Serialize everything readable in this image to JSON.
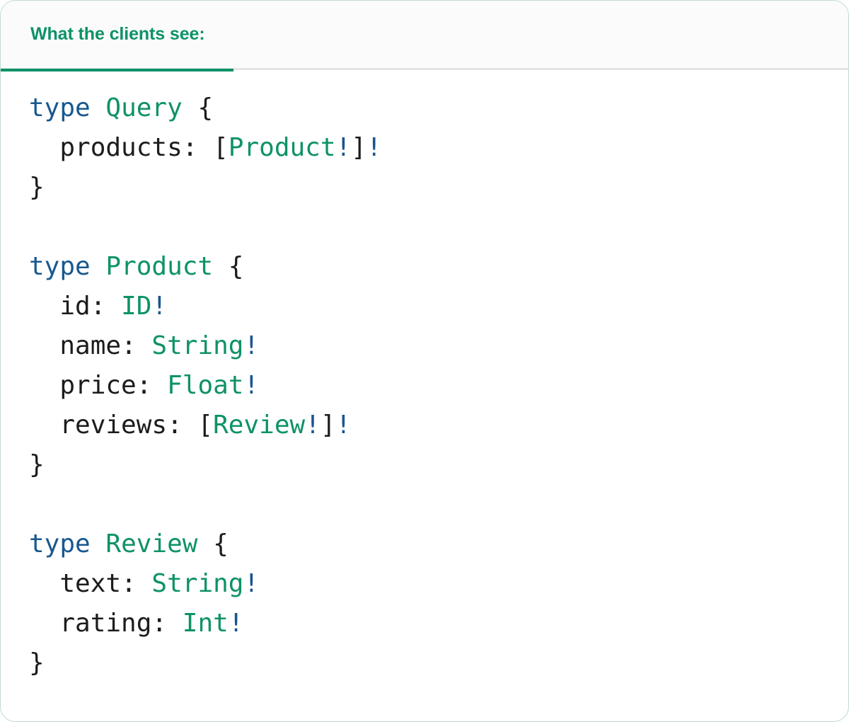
{
  "panel": {
    "accent_color": "#0d9268",
    "border_color": "#bfdccd",
    "header_bg": "#fbfbfb",
    "body_bg": "#ffffff",
    "divider_color": "#e4e4e4"
  },
  "tabs": [
    {
      "label": "What the clients see:",
      "active": true
    }
  ],
  "code": {
    "language": "graphql",
    "token_colors": {
      "keyword": "#17598f",
      "type": "#0e9268",
      "field": "#1c1c1c",
      "punctuation": "#1c1c1c",
      "non_null": "#1a5490"
    },
    "lines": [
      {
        "id": "l1",
        "tokens": [
          {
            "t": "type",
            "k": "kw"
          },
          {
            "t": " ",
            "k": "plain"
          },
          {
            "t": "Query",
            "k": "type"
          },
          {
            "t": " ",
            "k": "plain"
          },
          {
            "t": "{",
            "k": "punct"
          }
        ]
      },
      {
        "id": "l2",
        "tokens": [
          {
            "t": "  ",
            "k": "plain"
          },
          {
            "t": "products",
            "k": "field"
          },
          {
            "t": ": ",
            "k": "punct"
          },
          {
            "t": "[",
            "k": "punct"
          },
          {
            "t": "Product",
            "k": "type"
          },
          {
            "t": "!",
            "k": "bang"
          },
          {
            "t": "]",
            "k": "punct"
          },
          {
            "t": "!",
            "k": "bang"
          }
        ]
      },
      {
        "id": "l3",
        "tokens": [
          {
            "t": "}",
            "k": "punct"
          }
        ]
      },
      {
        "id": "l4",
        "tokens": []
      },
      {
        "id": "l5",
        "tokens": [
          {
            "t": "type",
            "k": "kw"
          },
          {
            "t": " ",
            "k": "plain"
          },
          {
            "t": "Product",
            "k": "type"
          },
          {
            "t": " ",
            "k": "plain"
          },
          {
            "t": "{",
            "k": "punct"
          }
        ]
      },
      {
        "id": "l6",
        "tokens": [
          {
            "t": "  ",
            "k": "plain"
          },
          {
            "t": "id",
            "k": "field"
          },
          {
            "t": ": ",
            "k": "punct"
          },
          {
            "t": "ID",
            "k": "type"
          },
          {
            "t": "!",
            "k": "bang"
          }
        ]
      },
      {
        "id": "l7",
        "tokens": [
          {
            "t": "  ",
            "k": "plain"
          },
          {
            "t": "name",
            "k": "field"
          },
          {
            "t": ": ",
            "k": "punct"
          },
          {
            "t": "String",
            "k": "type"
          },
          {
            "t": "!",
            "k": "bang"
          }
        ]
      },
      {
        "id": "l8",
        "tokens": [
          {
            "t": "  ",
            "k": "plain"
          },
          {
            "t": "price",
            "k": "field"
          },
          {
            "t": ": ",
            "k": "punct"
          },
          {
            "t": "Float",
            "k": "type"
          },
          {
            "t": "!",
            "k": "bang"
          }
        ]
      },
      {
        "id": "l9",
        "tokens": [
          {
            "t": "  ",
            "k": "plain"
          },
          {
            "t": "reviews",
            "k": "field"
          },
          {
            "t": ": ",
            "k": "punct"
          },
          {
            "t": "[",
            "k": "punct"
          },
          {
            "t": "Review",
            "k": "type"
          },
          {
            "t": "!",
            "k": "bang"
          },
          {
            "t": "]",
            "k": "punct"
          },
          {
            "t": "!",
            "k": "bang"
          }
        ]
      },
      {
        "id": "l10",
        "tokens": [
          {
            "t": "}",
            "k": "punct"
          }
        ]
      },
      {
        "id": "l11",
        "tokens": []
      },
      {
        "id": "l12",
        "tokens": [
          {
            "t": "type",
            "k": "kw"
          },
          {
            "t": " ",
            "k": "plain"
          },
          {
            "t": "Review",
            "k": "type"
          },
          {
            "t": " ",
            "k": "plain"
          },
          {
            "t": "{",
            "k": "punct"
          }
        ]
      },
      {
        "id": "l13",
        "tokens": [
          {
            "t": "  ",
            "k": "plain"
          },
          {
            "t": "text",
            "k": "field"
          },
          {
            "t": ": ",
            "k": "punct"
          },
          {
            "t": "String",
            "k": "type"
          },
          {
            "t": "!",
            "k": "bang"
          }
        ]
      },
      {
        "id": "l14",
        "tokens": [
          {
            "t": "  ",
            "k": "plain"
          },
          {
            "t": "rating",
            "k": "field"
          },
          {
            "t": ": ",
            "k": "punct"
          },
          {
            "t": "Int",
            "k": "type"
          },
          {
            "t": "!",
            "k": "bang"
          }
        ]
      },
      {
        "id": "l15",
        "tokens": [
          {
            "t": "}",
            "k": "punct"
          }
        ]
      }
    ],
    "plain_text": "type Query {\n  products: [Product!]!\n}\n\ntype Product {\n  id: ID!\n  name: String!\n  price: Float!\n  reviews: [Review!]!\n}\n\ntype Review {\n  text: String!\n  rating: Int!\n}"
  }
}
